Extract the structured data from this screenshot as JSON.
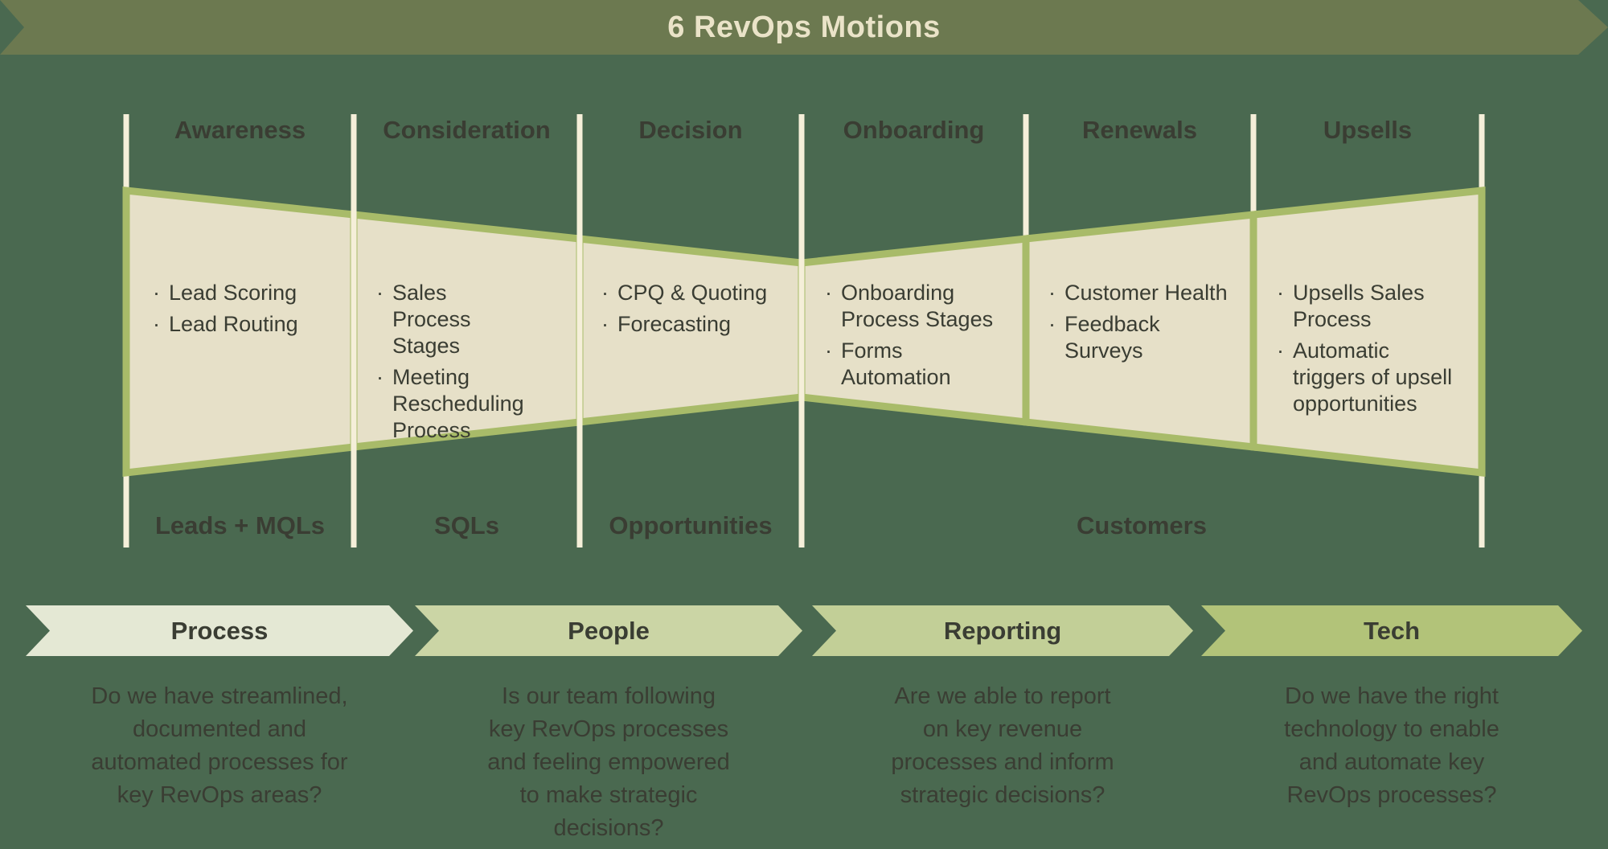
{
  "title": "6 RevOps Motions",
  "bullet": "·",
  "palette": {
    "background": "#4a6950",
    "banner": "#6c7950",
    "banner_text": "#eae3c8",
    "funnel_fill": "#e6e0c8",
    "funnel_border": "#a8bb69",
    "divider_line": "#f5efd9",
    "text": "#3a3d33",
    "arrow_process": "#e4e8d4",
    "arrow_people": "#cbd5a5",
    "arrow_reporting": "#c2cf97",
    "arrow_tech": "#b2c379"
  },
  "funnel": {
    "stages": [
      {
        "label": "Awareness",
        "items": [
          "Lead Scoring",
          "Lead Routing"
        ]
      },
      {
        "label": "Consideration",
        "items": [
          "Sales Process Stages",
          "Meeting Rescheduling Process"
        ]
      },
      {
        "label": "Decision",
        "items": [
          "CPQ & Quoting",
          "Forecasting"
        ]
      },
      {
        "label": "Onboarding",
        "items": [
          "Onboarding Process Stages",
          "Forms Automation"
        ]
      },
      {
        "label": "Renewals",
        "items": [
          "Customer Health",
          "Feedback Surveys"
        ]
      },
      {
        "label": "Upsells",
        "items": [
          "Upsells Sales Process",
          "Automatic triggers of upsell opportunities"
        ]
      }
    ],
    "pipeline_labels": [
      "Leads + MQLs",
      "SQLs",
      "Opportunities",
      "Customers"
    ]
  },
  "motions": [
    {
      "label": "Process",
      "question_lines": [
        "Do we have streamlined,",
        "documented and",
        "automated processes for",
        "key RevOps areas?"
      ]
    },
    {
      "label": "People",
      "question_lines": [
        "Is our team following",
        "key RevOps processes",
        "and feeling empowered",
        "to make strategic",
        "decisions?"
      ]
    },
    {
      "label": "Reporting",
      "question_lines": [
        "Are we able to report",
        "on key revenue",
        "processes and inform",
        "strategic decisions?"
      ]
    },
    {
      "label": "Tech",
      "question_lines": [
        "Do we have the right",
        "technology to enable",
        "and automate key",
        "RevOps processes?"
      ]
    }
  ]
}
